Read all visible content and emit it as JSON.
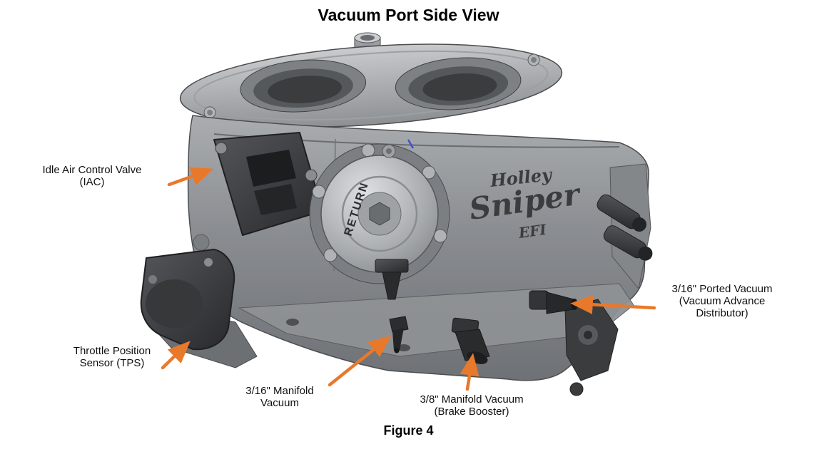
{
  "header": {
    "title": "Vacuum Port Side View"
  },
  "footer": {
    "caption": "Figure 4"
  },
  "colors": {
    "arrow": "#E8792B",
    "body_gray": "#85888c",
    "dark_part": "#2f3032"
  },
  "callouts": {
    "iac": {
      "line1": "Idle Air Control Valve",
      "line2": "(IAC)"
    },
    "tps": {
      "line1": "Throttle Position",
      "line2": "Sensor (TPS)"
    },
    "manifold_316": {
      "line1": "3/16\" Manifold",
      "line2": "Vacuum"
    },
    "manifold_38": {
      "line1": "3/8\" Manifold Vacuum",
      "line2": "(Brake Booster)"
    },
    "ported_316": {
      "line1": "3/16\" Ported Vacuum",
      "line2": "(Vacuum Advance",
      "line3": "Distributor)"
    }
  },
  "device": {
    "brand": "Holley",
    "model": "Sniper",
    "sub": "EFI",
    "regulator_text": "RETURN"
  }
}
